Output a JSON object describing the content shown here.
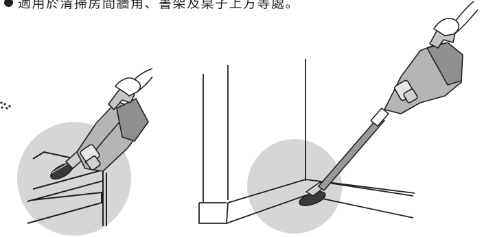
{
  "caption": {
    "text": "適用於清掃房間牆角、書架及桌子上方等處。"
  },
  "illustrations": [
    {
      "icon": "handheld-vacuum-on-shelf-illustration"
    },
    {
      "icon": "stick-vacuum-in-wall-corner-illustration"
    }
  ],
  "colors": {
    "line": "#231f20",
    "highlight_circle": "#d4d4d4",
    "body_gray": "#9a9a9a"
  }
}
